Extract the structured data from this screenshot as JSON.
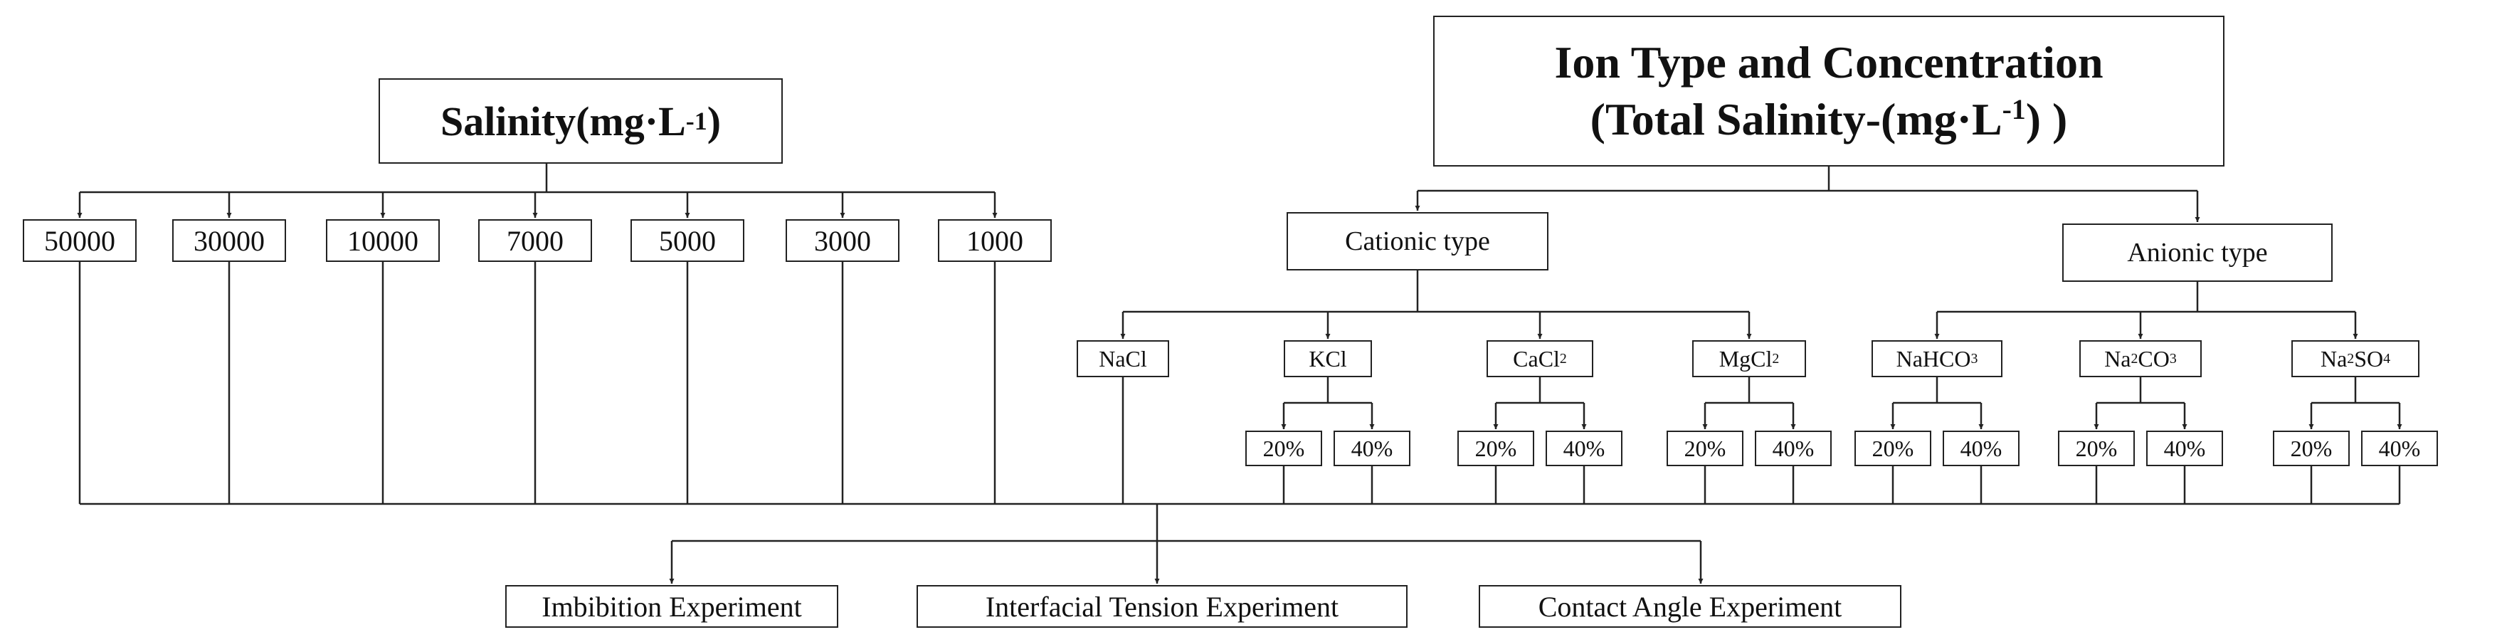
{
  "salinity": {
    "title": {
      "main": "Salinity(mg·L",
      "sup": "-1",
      "close": ")"
    },
    "values": [
      "50000",
      "30000",
      "10000",
      "7000",
      "5000",
      "3000",
      "1000"
    ]
  },
  "ions": {
    "title_line1": "Ion Type and Concentration",
    "title_line2": {
      "pre": "(Total Salinity-(mg·L",
      "sup": "-1",
      "post": ") )"
    },
    "cationic_label": "Cationic type",
    "anionic_label": "Anionic type",
    "cations": [
      {
        "parts": [
          {
            "t": "NaCl"
          }
        ],
        "ratios": []
      },
      {
        "parts": [
          {
            "t": "KCl"
          }
        ],
        "ratios": [
          "20%",
          "40%"
        ]
      },
      {
        "parts": [
          {
            "t": "CaCl"
          },
          {
            "sub": "2"
          }
        ],
        "ratios": [
          "20%",
          "40%"
        ]
      },
      {
        "parts": [
          {
            "t": "MgCl"
          },
          {
            "sub": "2"
          }
        ],
        "ratios": [
          "20%",
          "40%"
        ]
      }
    ],
    "anions": [
      {
        "parts": [
          {
            "t": "NaHCO"
          },
          {
            "sub": "3"
          }
        ],
        "ratios": [
          "20%",
          "40%"
        ]
      },
      {
        "parts": [
          {
            "t": "Na"
          },
          {
            "sub": "2"
          },
          {
            "t": "CO"
          },
          {
            "sub": "3"
          }
        ],
        "ratios": [
          "20%",
          "40%"
        ]
      },
      {
        "parts": [
          {
            "t": "Na"
          },
          {
            "sub": "2"
          },
          {
            "t": "SO"
          },
          {
            "sub": "4"
          }
        ],
        "ratios": [
          "20%",
          "40%"
        ]
      }
    ]
  },
  "experiments": [
    "Imbibition Experiment",
    "Interfacial Tension Experiment",
    "Contact Angle Experiment"
  ]
}
